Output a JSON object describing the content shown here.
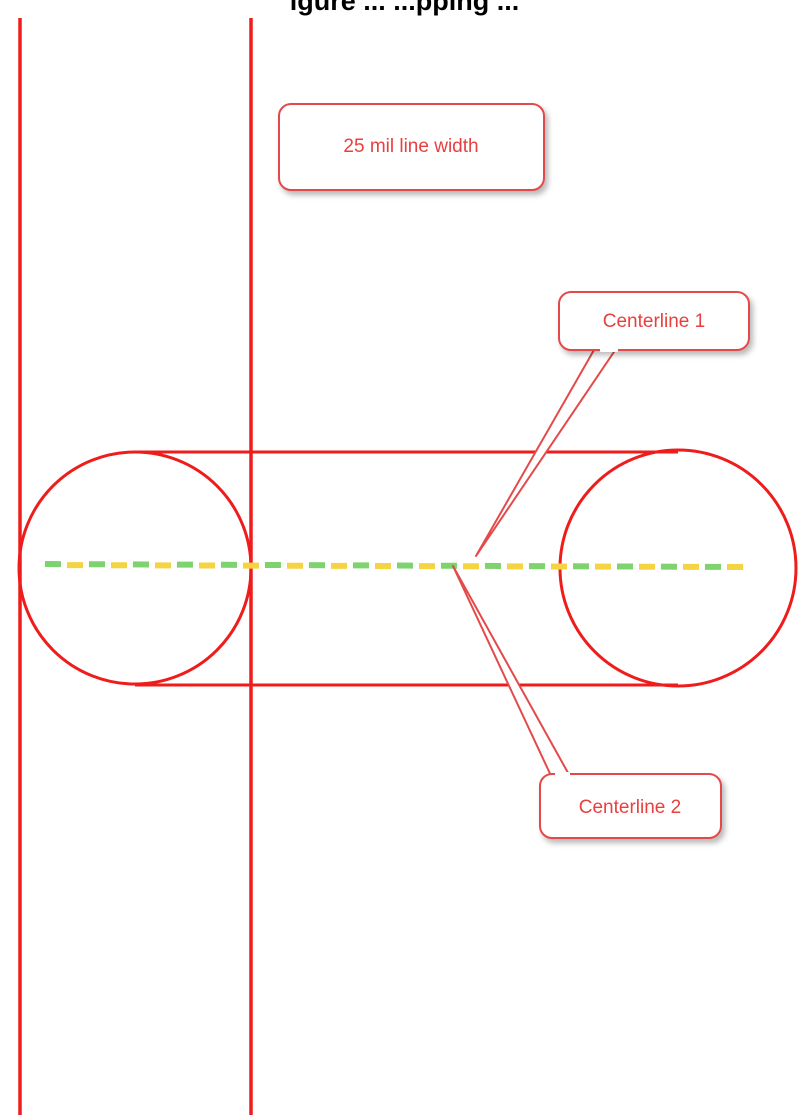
{
  "title": "igure ... ...pping ...",
  "callouts": {
    "line_width": "25 mil line width",
    "centerline_1": "Centerline 1",
    "centerline_2": "Centerline 2"
  },
  "colors": {
    "outline": "#ef1c1c",
    "callout_border": "#e34a49",
    "callout_text": "#e8403f",
    "dash_green": "#7ed36f",
    "dash_yellow": "#f5d441"
  }
}
